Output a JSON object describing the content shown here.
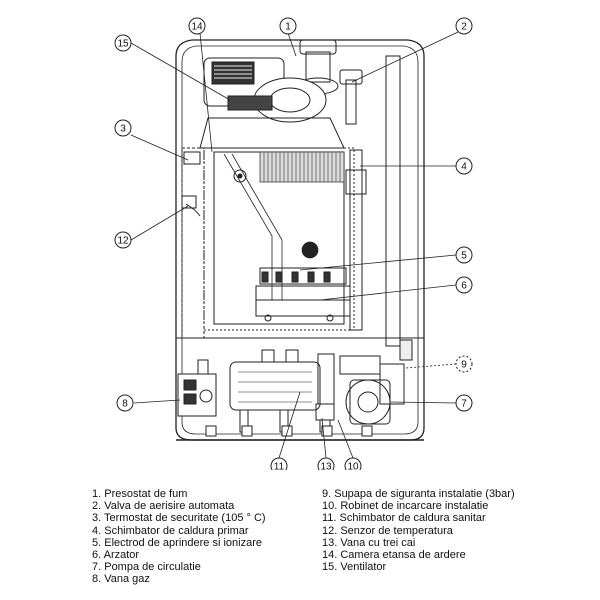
{
  "callouts": {
    "c1": "1",
    "c2": "2",
    "c3": "3",
    "c4": "4",
    "c5": "5",
    "c6": "6",
    "c7": "7",
    "c8": "8",
    "c9": "9",
    "c10": "10",
    "c11": "11",
    "c12": "12",
    "c13": "13",
    "c14": "14",
    "c15": "15"
  },
  "legend": {
    "left": [
      "1. Presostat de fum",
      "2. Valva de aerisire automata",
      "3. Termostat de securitate (105 ° C)",
      "4. Schimbator de caldura primar",
      "5. Electrod de aprindere si ionizare",
      "6. Arzator",
      "7. Pompa de circulatie",
      "8. Vana gaz"
    ],
    "right": [
      "9. Supapa de siguranta instalatie (3bar)",
      "10. Robinet de incarcare instalatie",
      "11. Schimbator de caldura sanitar",
      "12. Senzor de temperatura",
      "13. Vana cu trei cai",
      "14. Camera etansa de ardere",
      "15. Ventilator"
    ]
  }
}
